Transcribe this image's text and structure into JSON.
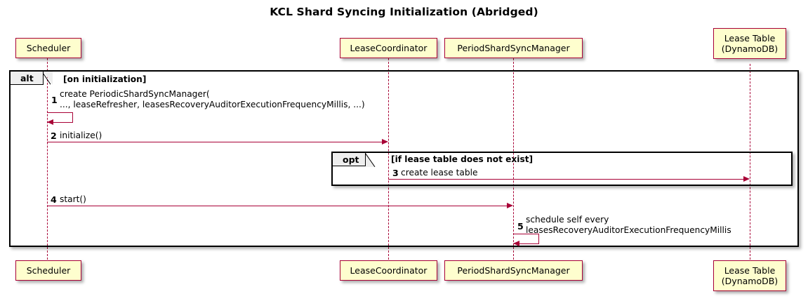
{
  "diagram": {
    "title": "KCL Shard Syncing Initialization (Abridged)",
    "type": "uml-sequence-diagram",
    "colors": {
      "participant_fill": "#FEFECE",
      "participant_border": "#A80036",
      "message_line": "#A80036",
      "frame_border": "#000000",
      "frame_tab_fill": "#EEEEEE",
      "background": "#FFFFFF"
    }
  },
  "participants": [
    {
      "id": "scheduler",
      "label": "Scheduler"
    },
    {
      "id": "lease-coordinator",
      "label": "LeaseCoordinator"
    },
    {
      "id": "period-shard-sync-manager",
      "label": "PeriodShardSyncManager"
    },
    {
      "id": "lease-table",
      "label": "Lease Table\n(DynamoDB)"
    }
  ],
  "fragments": [
    {
      "id": "alt-frame",
      "operator": "alt",
      "condition": "[on initialization]"
    },
    {
      "id": "opt-frame",
      "operator": "opt",
      "condition": "[if lease table does not exist]"
    }
  ],
  "messages": [
    {
      "number": "1",
      "label": "create PeriodicShardSyncManager(\n   ..., leaseRefresher, leasesRecoveryAuditorExecutionFrequencyMillis, ...)",
      "from": "scheduler",
      "to": "scheduler",
      "kind": "self"
    },
    {
      "number": "2",
      "label": "initialize()",
      "from": "scheduler",
      "to": "lease-coordinator",
      "kind": "sync"
    },
    {
      "number": "3",
      "label": "create lease table",
      "from": "lease-coordinator",
      "to": "lease-table",
      "kind": "sync"
    },
    {
      "number": "4",
      "label": "start()",
      "from": "scheduler",
      "to": "period-shard-sync-manager",
      "kind": "sync"
    },
    {
      "number": "5",
      "label": "schedule self every\n   leasesRecoveryAuditorExecutionFrequencyMillis",
      "from": "period-shard-sync-manager",
      "to": "period-shard-sync-manager",
      "kind": "self"
    }
  ]
}
